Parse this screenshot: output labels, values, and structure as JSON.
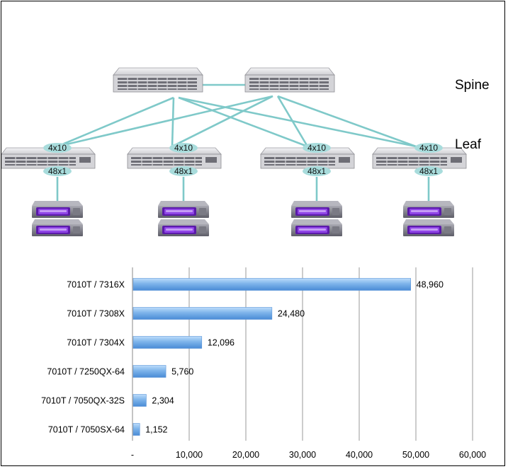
{
  "topology": {
    "spine_label": "Spine",
    "leaf_label": "Leaf",
    "spine_count": 2,
    "leaves": [
      {
        "uplink_label": "4x10",
        "downlink_label": "48x1"
      },
      {
        "uplink_label": "4x10",
        "downlink_label": "48x1"
      },
      {
        "uplink_label": "4x10",
        "downlink_label": "48x1"
      },
      {
        "uplink_label": "4x10",
        "downlink_label": "48x1"
      }
    ],
    "colors": {
      "link": "#7fc9c9",
      "badge": "#a8dcdc",
      "switch": "#d9d9db",
      "server": "#7c7c86",
      "drive": "#7a2fd0"
    }
  },
  "chart_data": {
    "type": "bar",
    "orientation": "horizontal",
    "categories": [
      "7010T / 7316X",
      "7010T / 7308X",
      "7010T / 7304X",
      "7010T / 7250QX-64",
      "7010T / 7050QX-32S",
      "7010T / 7050SX-64"
    ],
    "values": [
      48960,
      24480,
      12096,
      5760,
      2304,
      1152
    ],
    "value_labels": [
      "48,960",
      "24,480",
      "12,096",
      "5,760",
      "2,304",
      "1,152"
    ],
    "xlim": [
      0,
      60000
    ],
    "ticks": [
      0,
      10000,
      20000,
      30000,
      40000,
      50000,
      60000
    ],
    "tick_labels": [
      "-",
      "10,000",
      "20,000",
      "30,000",
      "40,000",
      "50,000",
      "60,000"
    ],
    "title": "",
    "xlabel": "",
    "ylabel": "",
    "grid": true,
    "bar_color": "#7db4ea"
  }
}
